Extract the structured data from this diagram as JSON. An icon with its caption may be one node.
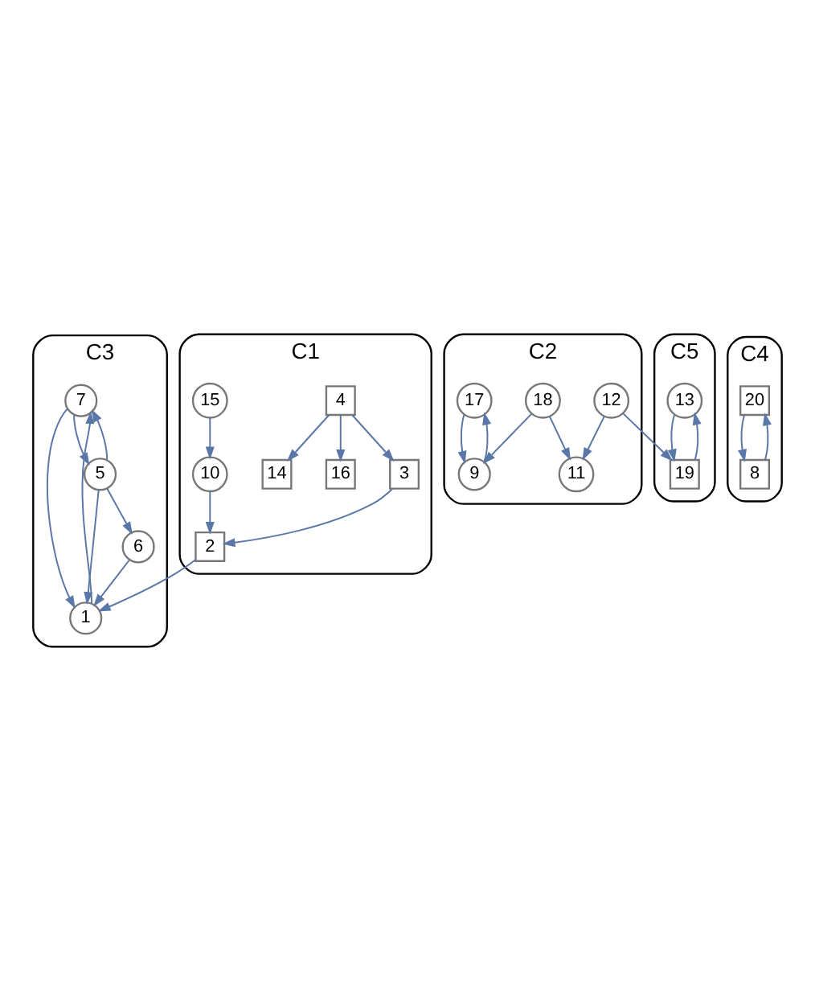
{
  "diagram": {
    "nodes": [
      {
        "text": [
          "C1"
        ]
      },
      {
        "text": [
          "14"
        ],
        "in": 0
      },
      {
        "text": [
          "16"
        ],
        "in": 0
      },
      {
        "text": [
          "4"
        ],
        "in": 0
      },
      {
        "text": [
          "3"
        ],
        "in": 0
      },
      {
        "text": [
          "2"
        ],
        "in": 0
      },
      {
        "text": [
          "10"
        ],
        "in": 0
      },
      {
        "text": [
          "15"
        ],
        "in": 0
      },
      {
        "text": [
          "C3"
        ]
      },
      {
        "text": [
          "7"
        ],
        "in": 8
      },
      {
        "text": [
          "1"
        ],
        "in": 8
      },
      {
        "text": [
          "5"
        ],
        "in": 8
      },
      {
        "text": [
          "6"
        ],
        "in": 8
      },
      {
        "text": [
          "C2"
        ]
      },
      {
        "text": [
          "17"
        ],
        "in": 13
      },
      {
        "text": [
          "12"
        ],
        "in": 13
      },
      {
        "text": [
          "11"
        ],
        "in": 13
      },
      {
        "text": [
          "18"
        ],
        "in": 13
      },
      {
        "text": [
          "9"
        ],
        "in": 13
      },
      {
        "text": [
          "C5"
        ]
      },
      {
        "text": [
          "13"
        ],
        "in": 19
      },
      {
        "text": [
          "19"
        ],
        "in": 19
      },
      {
        "text": [
          "C4"
        ]
      },
      {
        "text": [
          "20"
        ],
        "in": 22
      },
      {
        "text": [
          "8"
        ],
        "in": 22
      }
    ],
    "edges": [
      {
        "from": 3,
        "to": 1,
        "arrow": "to"
      },
      {
        "from": 3,
        "to": 2,
        "arrow": "to"
      },
      {
        "from": 3,
        "to": 4,
        "arrow": "to"
      },
      {
        "from": 4,
        "to": 5,
        "arrow": "to"
      },
      {
        "from": 7,
        "to": 6,
        "arrow": "to"
      },
      {
        "from": 6,
        "to": 5,
        "arrow": "to"
      },
      {
        "from": 5,
        "to": 10,
        "arrow": "to"
      },
      {
        "from": 10,
        "to": 9,
        "arrow": "to"
      },
      {
        "from": 9,
        "to": 10,
        "arrow": "to"
      },
      {
        "from": 11,
        "to": 9,
        "arrow": "to"
      },
      {
        "from": 9,
        "to": 11,
        "arrow": "to"
      },
      {
        "from": 11,
        "to": 10,
        "arrow": "to"
      },
      {
        "from": 11,
        "to": 12,
        "arrow": "to"
      },
      {
        "from": 12,
        "to": 10,
        "arrow": "to"
      },
      {
        "from": 14,
        "to": 18,
        "arrow": "to"
      },
      {
        "from": 18,
        "to": 14,
        "arrow": "to"
      },
      {
        "from": 15,
        "to": 16,
        "arrow": "to"
      },
      {
        "from": 17,
        "to": 16,
        "arrow": "to"
      },
      {
        "from": 17,
        "to": 18,
        "arrow": "to"
      },
      {
        "from": 15,
        "to": 21,
        "arrow": "to"
      },
      {
        "from": 20,
        "to": 21,
        "arrow": "to"
      },
      {
        "from": 21,
        "to": 20,
        "arrow": "to"
      },
      {
        "from": 23,
        "to": 24,
        "arrow": "to"
      },
      {
        "from": 24,
        "to": 23,
        "arrow": "to"
      }
    ]
  }
}
